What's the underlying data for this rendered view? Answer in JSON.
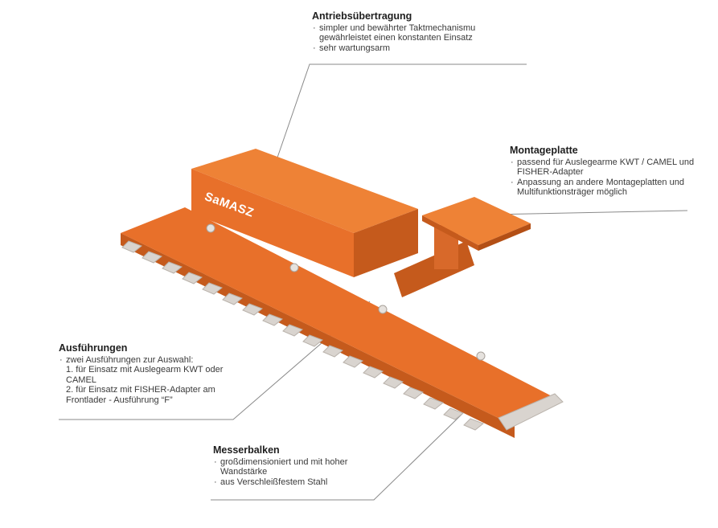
{
  "brand": {
    "logo_text": "SaMASZ"
  },
  "callouts": {
    "antrieb": {
      "title": "Antriebsübertragung",
      "bullets": [
        "simpler und bewährter Taktmechanismu gewährleistet einen konstanten Einsatz",
        "sehr wartungsarm"
      ]
    },
    "montage": {
      "title": "Montageplatte",
      "bullets": [
        "passend für Auslegearme KWT / CAMEL und FISHER-Adapter",
        "Anpassung an andere Montageplatten und Multifunktionsträger möglich"
      ]
    },
    "ausf": {
      "title": "Ausführungen",
      "bullets": [
        "zwei Ausführungen zur Auswahl:"
      ],
      "sub_items": [
        "1. für Einsatz mit Auslegearm KWT oder CAMEL",
        "2. für Einsatz mit FISHER-Adapter am Frontlader - Ausführung “F”"
      ]
    },
    "messer": {
      "title": "Messerbalken",
      "bullets": [
        "großdimensioniert und mit hoher Wandstärke",
        "aus Verschleißfestem Stahl"
      ]
    }
  },
  "colors": {
    "machine_orange": "#e8702a",
    "machine_dark": "#c55a1c",
    "tooth_silver": "#d9d4cf",
    "leader_line": "#8a8a8a"
  }
}
